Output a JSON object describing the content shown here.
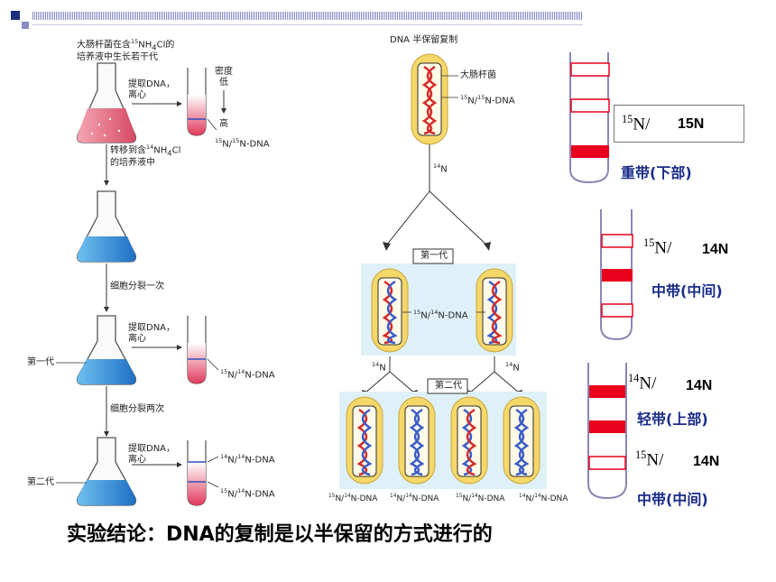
{
  "left": {
    "top_caption_l1": "大肠杆菌在含",
    "top_caption_iso": "15",
    "top_caption_l1b": "NH",
    "top_caption_l1c": "4",
    "top_caption_l1d": "Cl的",
    "top_caption_l2": "培养液中生长若干代",
    "extract": "提取DNA，",
    "centrifuge": "离心",
    "density": "密度",
    "low": "低",
    "high": "高",
    "heavy_dna": "N/",
    "heavy_dna_iso1": "15",
    "heavy_dna_iso2": "15",
    "heavy_dna_suffix": "N-DNA",
    "transfer_l1": "转移到含",
    "transfer_iso": "14",
    "transfer_l1b": "NH",
    "transfer_sub": "4",
    "transfer_l1c": "Cl",
    "transfer_l2": "的培养液中",
    "divide_once": "细胞分裂一次",
    "gen1": "第一代",
    "hybrid_dna_suffix": "N-DNA",
    "divide_twice": "细胞分裂两次",
    "gen2": "第二代"
  },
  "middle": {
    "title": "DNA 半保留复制",
    "ecoli": "大肠杆菌",
    "parent_dna": "N/",
    "n14": "N",
    "iso14": "14",
    "iso15": "15",
    "gen1_box": "第一代",
    "gen1_dna": "N/",
    "gen2_box": "第二代",
    "dna_suffix": "N-DNA"
  },
  "right": {
    "band1_label": "N/",
    "band1_iso": "15",
    "band1_tail": "15N",
    "band1_desc": "重带(下部)",
    "band2_label": "N/",
    "band2_iso": "15",
    "band2_tail": "14N",
    "band2_desc": "中带(中间)",
    "band3_label": "N/",
    "band3_iso": "14",
    "band3_tail": "14N",
    "band3_desc": "轻带(上部)",
    "band4_label": "N/",
    "band4_iso": "15",
    "band4_tail": "14N",
    "band4_desc": "中带(中间)"
  },
  "conclusion": "实验结论：DNA的复制是以半保留的方式进行的",
  "colors": {
    "band_red": "#e8001c",
    "tube_purple": "#8b86b4",
    "helix_red": "#d62a2a",
    "helix_blue": "#3a5cc7",
    "cell_yellow": "#f5d76a",
    "panel_bg": "#dff1f8",
    "label_blue": "#1a2c8a"
  }
}
